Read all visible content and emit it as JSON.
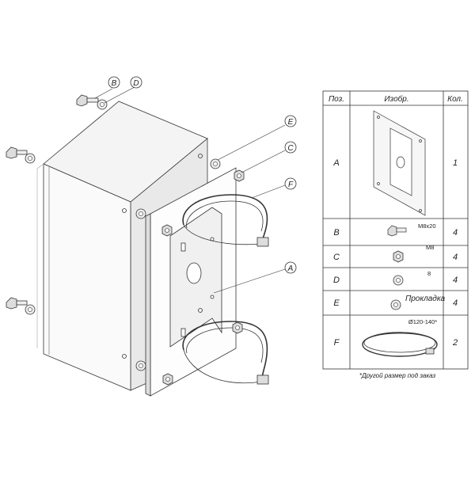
{
  "assembly": {
    "callouts": [
      "B",
      "D",
      "E",
      "C",
      "F",
      "A"
    ]
  },
  "parts_table": {
    "headers": {
      "pos": "Поз.",
      "image": "Изобр.",
      "qty": "Кол."
    },
    "rows": [
      {
        "pos": "A",
        "spec": "",
        "qty": "1",
        "icon": "bracket-plate-icon"
      },
      {
        "pos": "B",
        "spec": "M8x20",
        "qty": "4",
        "icon": "bolt-icon"
      },
      {
        "pos": "C",
        "spec": "M8",
        "qty": "4",
        "icon": "nut-icon"
      },
      {
        "pos": "D",
        "spec": "8",
        "qty": "4",
        "icon": "washer-icon"
      },
      {
        "pos": "E",
        "spec": "Прокладка",
        "qty": "4",
        "icon": "gasket-icon"
      },
      {
        "pos": "F",
        "spec": "Ø120-140*",
        "qty": "2",
        "icon": "clamp-band-icon"
      }
    ],
    "footnote": "*Другой размер под заказ"
  }
}
